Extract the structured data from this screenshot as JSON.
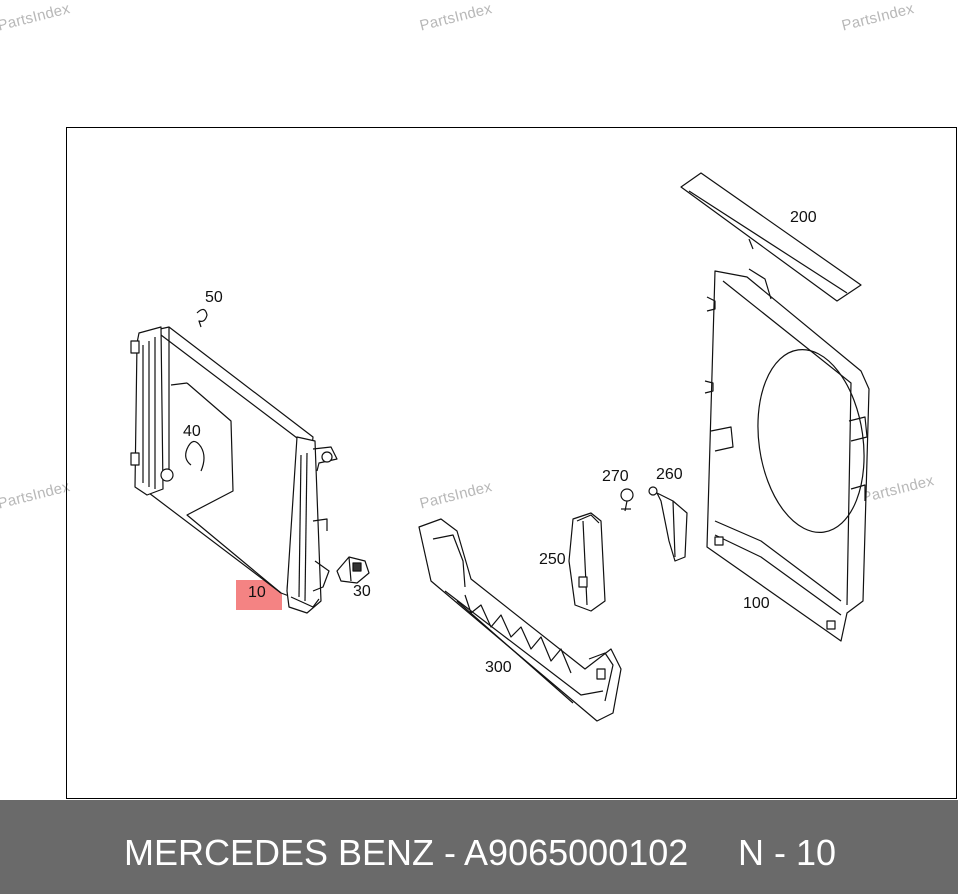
{
  "watermark_text": "PartsIndex",
  "callouts": {
    "c10": "10",
    "c30": "30",
    "c40": "40",
    "c50": "50",
    "c100": "100",
    "c200": "200",
    "c250": "250",
    "c260": "260",
    "c270": "270",
    "c300": "300"
  },
  "highlight_color": "#f05a5a",
  "footer": {
    "brand_part": "MERCEDES BENZ - A9065000102",
    "position": "N - 10"
  }
}
